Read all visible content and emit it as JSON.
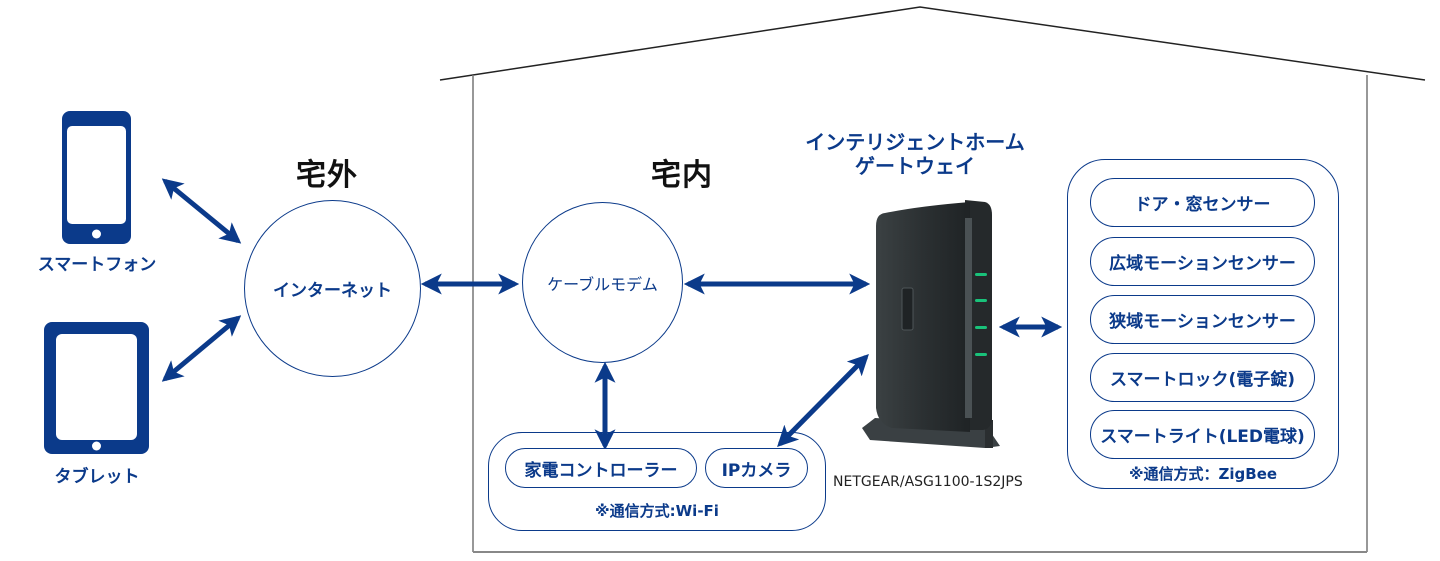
{
  "colors": {
    "accent_blue": "#0b3a8a",
    "device_dark": "#2f3436",
    "led_green": "#19c27a",
    "house_line": "#555555"
  },
  "outside": {
    "title": "宅外",
    "devices": [
      {
        "label": "スマートフォン",
        "icon": "smartphone-icon"
      },
      {
        "label": "タブレット",
        "icon": "tablet-icon"
      }
    ],
    "internet_label": "インターネット"
  },
  "inside": {
    "title": "宅内",
    "modem_label": "ケーブルモデム",
    "gateway": {
      "title_line1": "インテリジェントホーム",
      "title_line2": "ゲートウェイ",
      "model": "NETGEAR/ASG1100-1S2JPS",
      "icon": "router-icon"
    },
    "wifi_group": {
      "items": [
        "家電コントローラー",
        "IPカメラ"
      ],
      "note": "※通信方式:Wi-Fi"
    },
    "zigbee_group": {
      "items": [
        "ドア・窓センサー",
        "広域モーションセンサー",
        "狭域モーションセンサー",
        "スマートロック(電子錠)",
        "スマートライト(LED電球)"
      ],
      "note": "※通信方式：ZigBee"
    }
  }
}
